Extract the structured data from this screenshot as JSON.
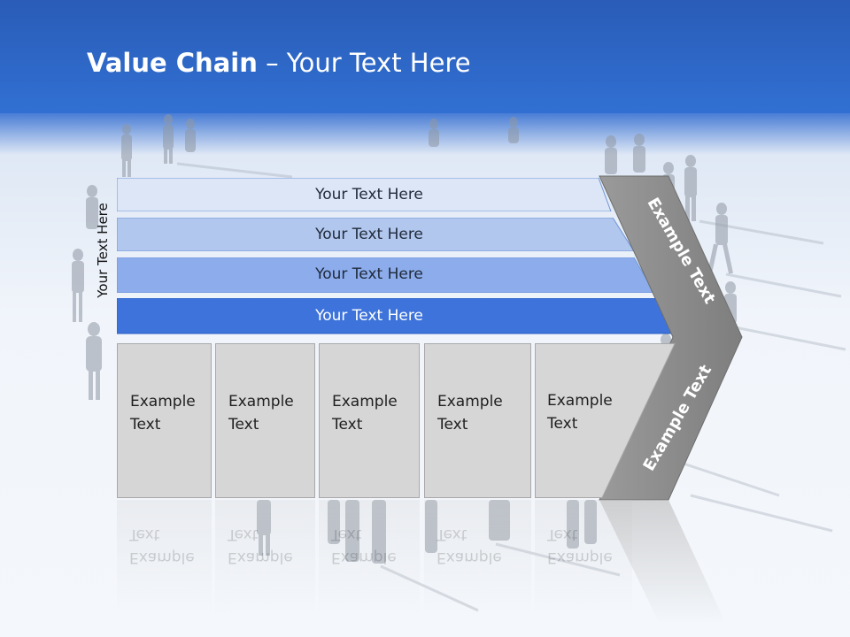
{
  "slide": {
    "title_bold": "Value Chain",
    "title_rest": " – Your Text Here",
    "side_label": "Your Text Here",
    "bars": [
      {
        "label": "Your Text Here",
        "color": "#dde6f6"
      },
      {
        "label": "Your Text Here",
        "color": "#b2c7ee"
      },
      {
        "label": "Your Text Here",
        "color": "#8cacec"
      },
      {
        "label": "Your Text Here",
        "color": "#3d73da"
      }
    ],
    "boxes": [
      {
        "label": "Example\nText"
      },
      {
        "label": "Example\nText"
      },
      {
        "label": "Example\nText"
      },
      {
        "label": "Example\nText"
      },
      {
        "label": "Example\nText"
      }
    ],
    "arrow_top_label": "Example Text",
    "arrow_bottom_label": "Example Text",
    "colors": {
      "header": "#2f6bd0",
      "arrow": "#8a8a8a",
      "box": "#d6d6d6"
    }
  }
}
